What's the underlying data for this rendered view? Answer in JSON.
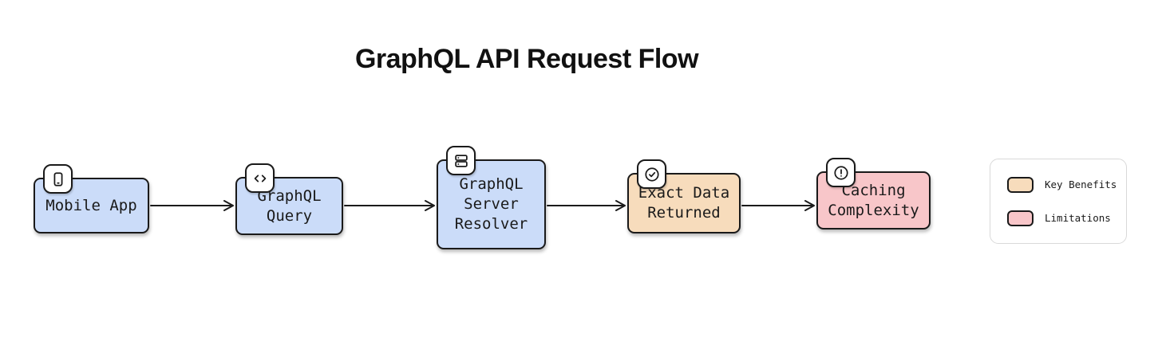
{
  "title": "GraphQL API Request Flow",
  "flow": {
    "nodes": [
      {
        "label": "Mobile App",
        "icon": "smartphone-icon",
        "type": "process"
      },
      {
        "label": "GraphQL Query",
        "icon": "code-icon",
        "type": "process"
      },
      {
        "label": "GraphQL Server Resolver",
        "icon": "server-icon",
        "type": "process"
      },
      {
        "label": "Exact Data Returned",
        "icon": "check-circle-icon",
        "type": "benefit"
      },
      {
        "label": "Caching Complexity",
        "icon": "alert-circle-icon",
        "type": "limitation"
      }
    ]
  },
  "legend": {
    "items": [
      {
        "label": "Key Benefits",
        "color": "#f7dcbc"
      },
      {
        "label": "Limitations",
        "color": "#f8c6c9"
      }
    ]
  },
  "colors": {
    "background": "#ffffff",
    "process_fill": "#cbdcf9",
    "benefit_fill": "#f7dcbc",
    "limitation_fill": "#f8c6c9",
    "outline": "#1a1a1a",
    "arrow": "#1a1a1a",
    "legend_border": "#d9d9d9",
    "title_text": "#111111"
  }
}
